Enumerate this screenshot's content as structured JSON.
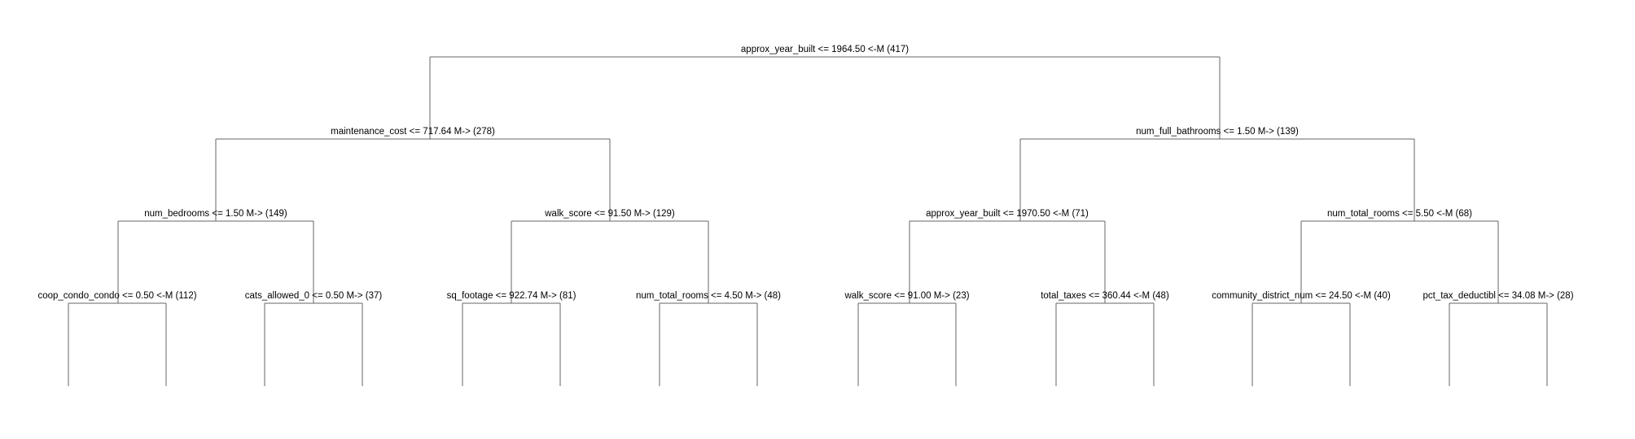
{
  "tree": {
    "colors": {
      "line": "#666666",
      "text": "#000000",
      "background": "#ffffff"
    },
    "nodes": [
      {
        "id": "root",
        "label": "approx_year_built <= 1964.50 <-M (417)"
      },
      {
        "id": "L",
        "label": "maintenance_cost <= 717.64 M-> (278)"
      },
      {
        "id": "R",
        "label": "num_full_bathrooms <= 1.50 M-> (139)"
      },
      {
        "id": "LL",
        "label": "num_bedrooms <= 1.50 M-> (149)"
      },
      {
        "id": "LR",
        "label": "walk_score <= 91.50 M-> (129)"
      },
      {
        "id": "RL",
        "label": "approx_year_built <= 1970.50 <-M (71)"
      },
      {
        "id": "RR",
        "label": "num_total_rooms <= 5.50 <-M (68)"
      },
      {
        "id": "LLL",
        "label": "coop_condo_condo <= 0.50 <-M (112)"
      },
      {
        "id": "LLR",
        "label": "cats_allowed_0 <= 0.50 M-> (37)"
      },
      {
        "id": "LRL",
        "label": "sq_footage <= 922.74 M-> (81)"
      },
      {
        "id": "LRR",
        "label": "num_total_rooms <= 4.50 M-> (48)"
      },
      {
        "id": "RLL",
        "label": "walk_score <= 91.00 M-> (23)"
      },
      {
        "id": "RLR",
        "label": "total_taxes <= 360.44 <-M (48)"
      },
      {
        "id": "RRL",
        "label": "community_district_num <= 24.50 <-M (40)"
      },
      {
        "id": "RRR",
        "label": "pct_tax_deductibl <= 34.08 M-> (28)"
      }
    ]
  }
}
